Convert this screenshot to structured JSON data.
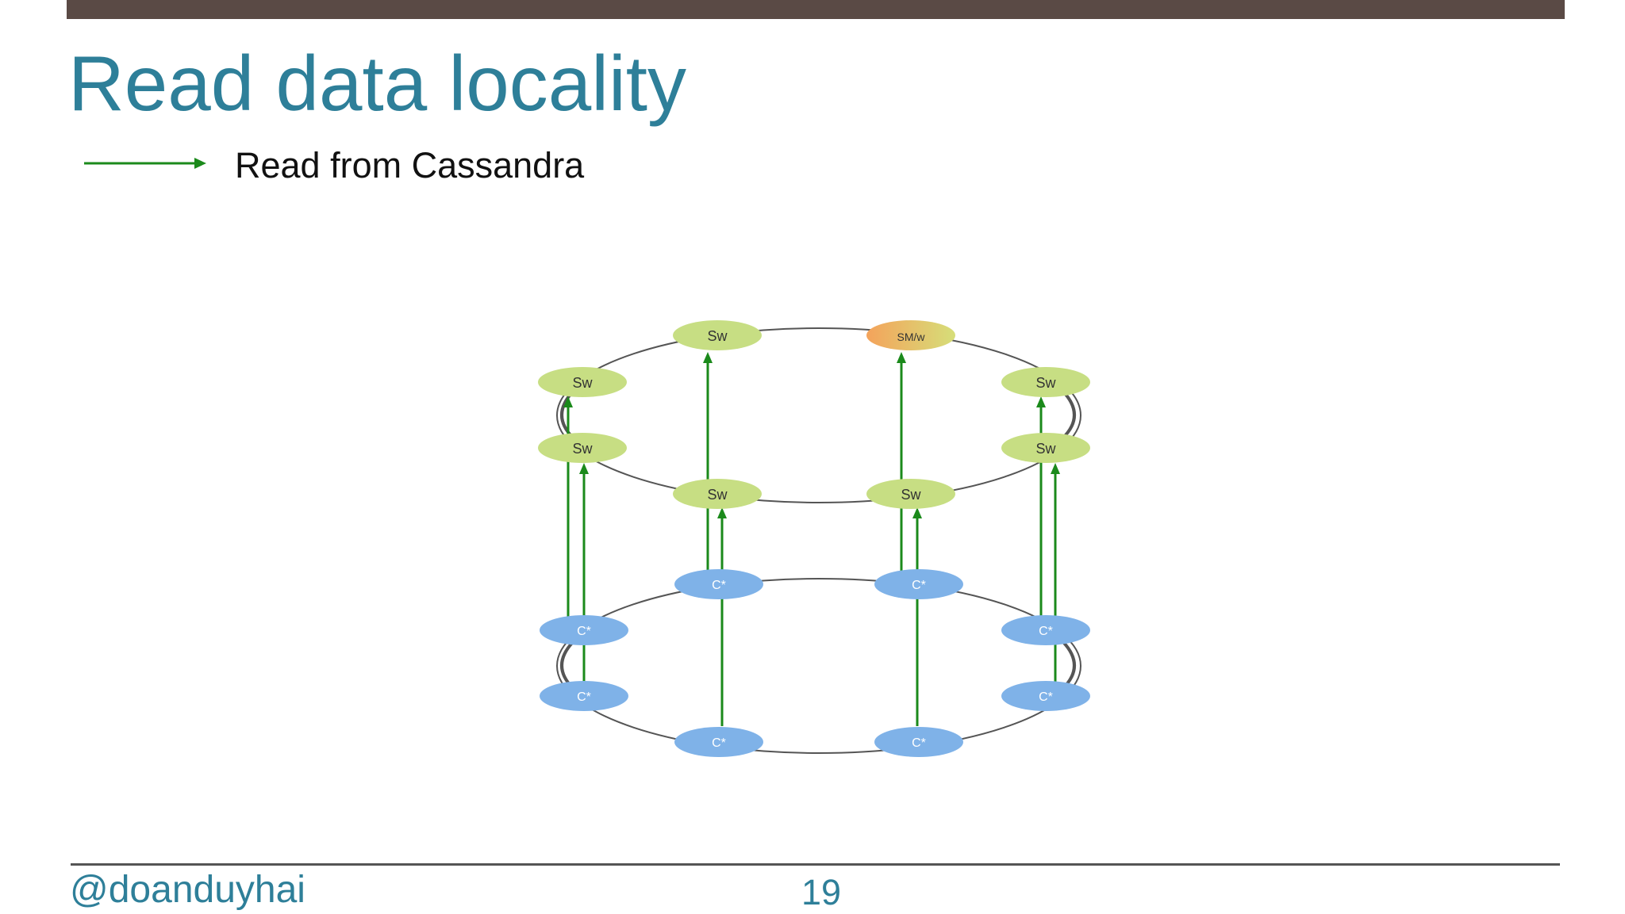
{
  "slide": {
    "title": "Read data locality",
    "legend": {
      "label": "Read from Cassandra"
    },
    "footer": {
      "handle": "@doanduyhai",
      "page_number": "19"
    }
  },
  "colors": {
    "top_bar": "#5a4a45",
    "title": "#2e7f99",
    "arrow": "#1b8a1b",
    "spark_node": "#c7de83",
    "master_node_start": "#f4a35b",
    "master_node_end": "#d6de79",
    "cassandra_node": "#7fb2e8",
    "ring": "#555555",
    "footer_rule": "#555555",
    "footer_text": "#2e7f99"
  },
  "diagram": {
    "spark_nodes": [
      {
        "id": "s1",
        "label": "Sw"
      },
      {
        "id": "s2",
        "label": "SM/w"
      },
      {
        "id": "s3",
        "label": "Sw"
      },
      {
        "id": "s4",
        "label": "Sw"
      },
      {
        "id": "s5",
        "label": "Sw"
      },
      {
        "id": "s6",
        "label": "Sw"
      },
      {
        "id": "s7",
        "label": "Sw"
      },
      {
        "id": "s8",
        "label": "Sw"
      }
    ],
    "cassandra_nodes": [
      {
        "id": "c1",
        "label": "C*"
      },
      {
        "id": "c2",
        "label": "C*"
      },
      {
        "id": "c3",
        "label": "C*"
      },
      {
        "id": "c4",
        "label": "C*"
      },
      {
        "id": "c5",
        "label": "C*"
      },
      {
        "id": "c6",
        "label": "C*"
      },
      {
        "id": "c7",
        "label": "C*"
      },
      {
        "id": "c8",
        "label": "C*"
      }
    ]
  }
}
